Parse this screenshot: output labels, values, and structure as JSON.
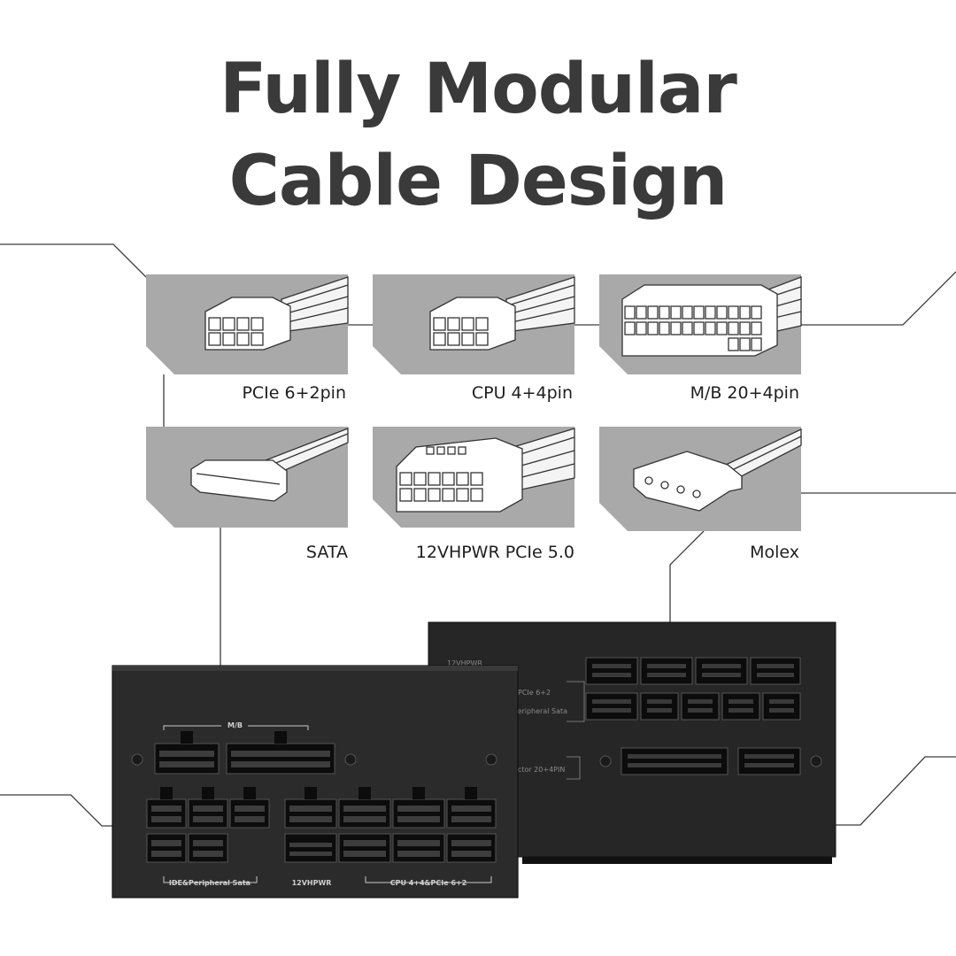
{
  "title": {
    "line1": "Fully Modular",
    "line2": "Cable Design"
  },
  "connectors": [
    {
      "label": "PCIe 6+2pin",
      "icon": "pcie-6-2pin-connector-icon"
    },
    {
      "label": "CPU 4+4pin",
      "icon": "cpu-4-4pin-connector-icon"
    },
    {
      "label": "M/B 20+4pin",
      "icon": "mb-20-4pin-connector-icon"
    },
    {
      "label": "SATA",
      "icon": "sata-connector-icon"
    },
    {
      "label": "12VHPWR PCIe 5.0",
      "icon": "12vhpwr-connector-icon"
    },
    {
      "label": "Molex",
      "icon": "molex-connector-icon"
    }
  ],
  "psu_front": {
    "mb_label": "M/B",
    "ide_label": "IDE&Peripheral Sata",
    "hpwr_label": "12VHPWR",
    "cpu_label": "CPU 4+4&PCIe 6+2"
  },
  "psu_back": {
    "hpwr_label": "12VHPWR",
    "pcie_label": "PCIe 6+2",
    "peripheral_label": "Peripheral Sata",
    "connector_label": "ector 20+4PIN"
  },
  "colors": {
    "title": "#3a3a3a",
    "panel": "#a9a9a9",
    "psu_body": "#2b2b2b",
    "leader_line": "#3c3c3c"
  }
}
